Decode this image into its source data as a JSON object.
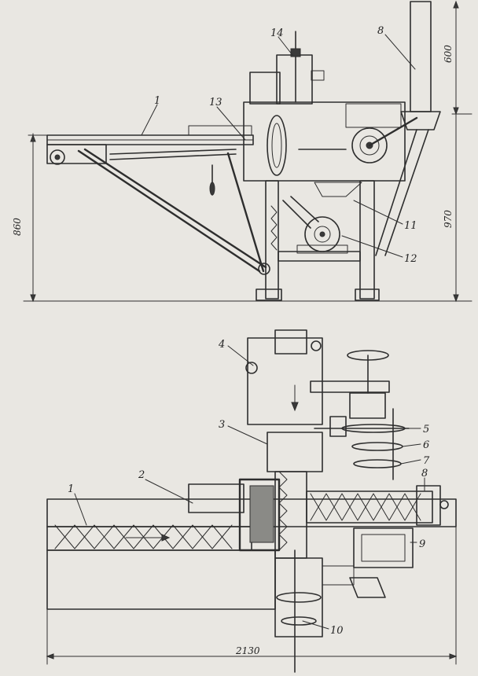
{
  "figure": {
    "top_view_labels": [
      "1",
      "13",
      "14",
      "8",
      "11",
      "12"
    ],
    "bottom_view_labels": [
      "1",
      "2",
      "3",
      "4",
      "5",
      "6",
      "7",
      "8",
      "9",
      "10"
    ],
    "dimensions": {
      "height_left": "860",
      "height_right": "970",
      "hopper_height": "600",
      "total_length": "2130"
    }
  }
}
